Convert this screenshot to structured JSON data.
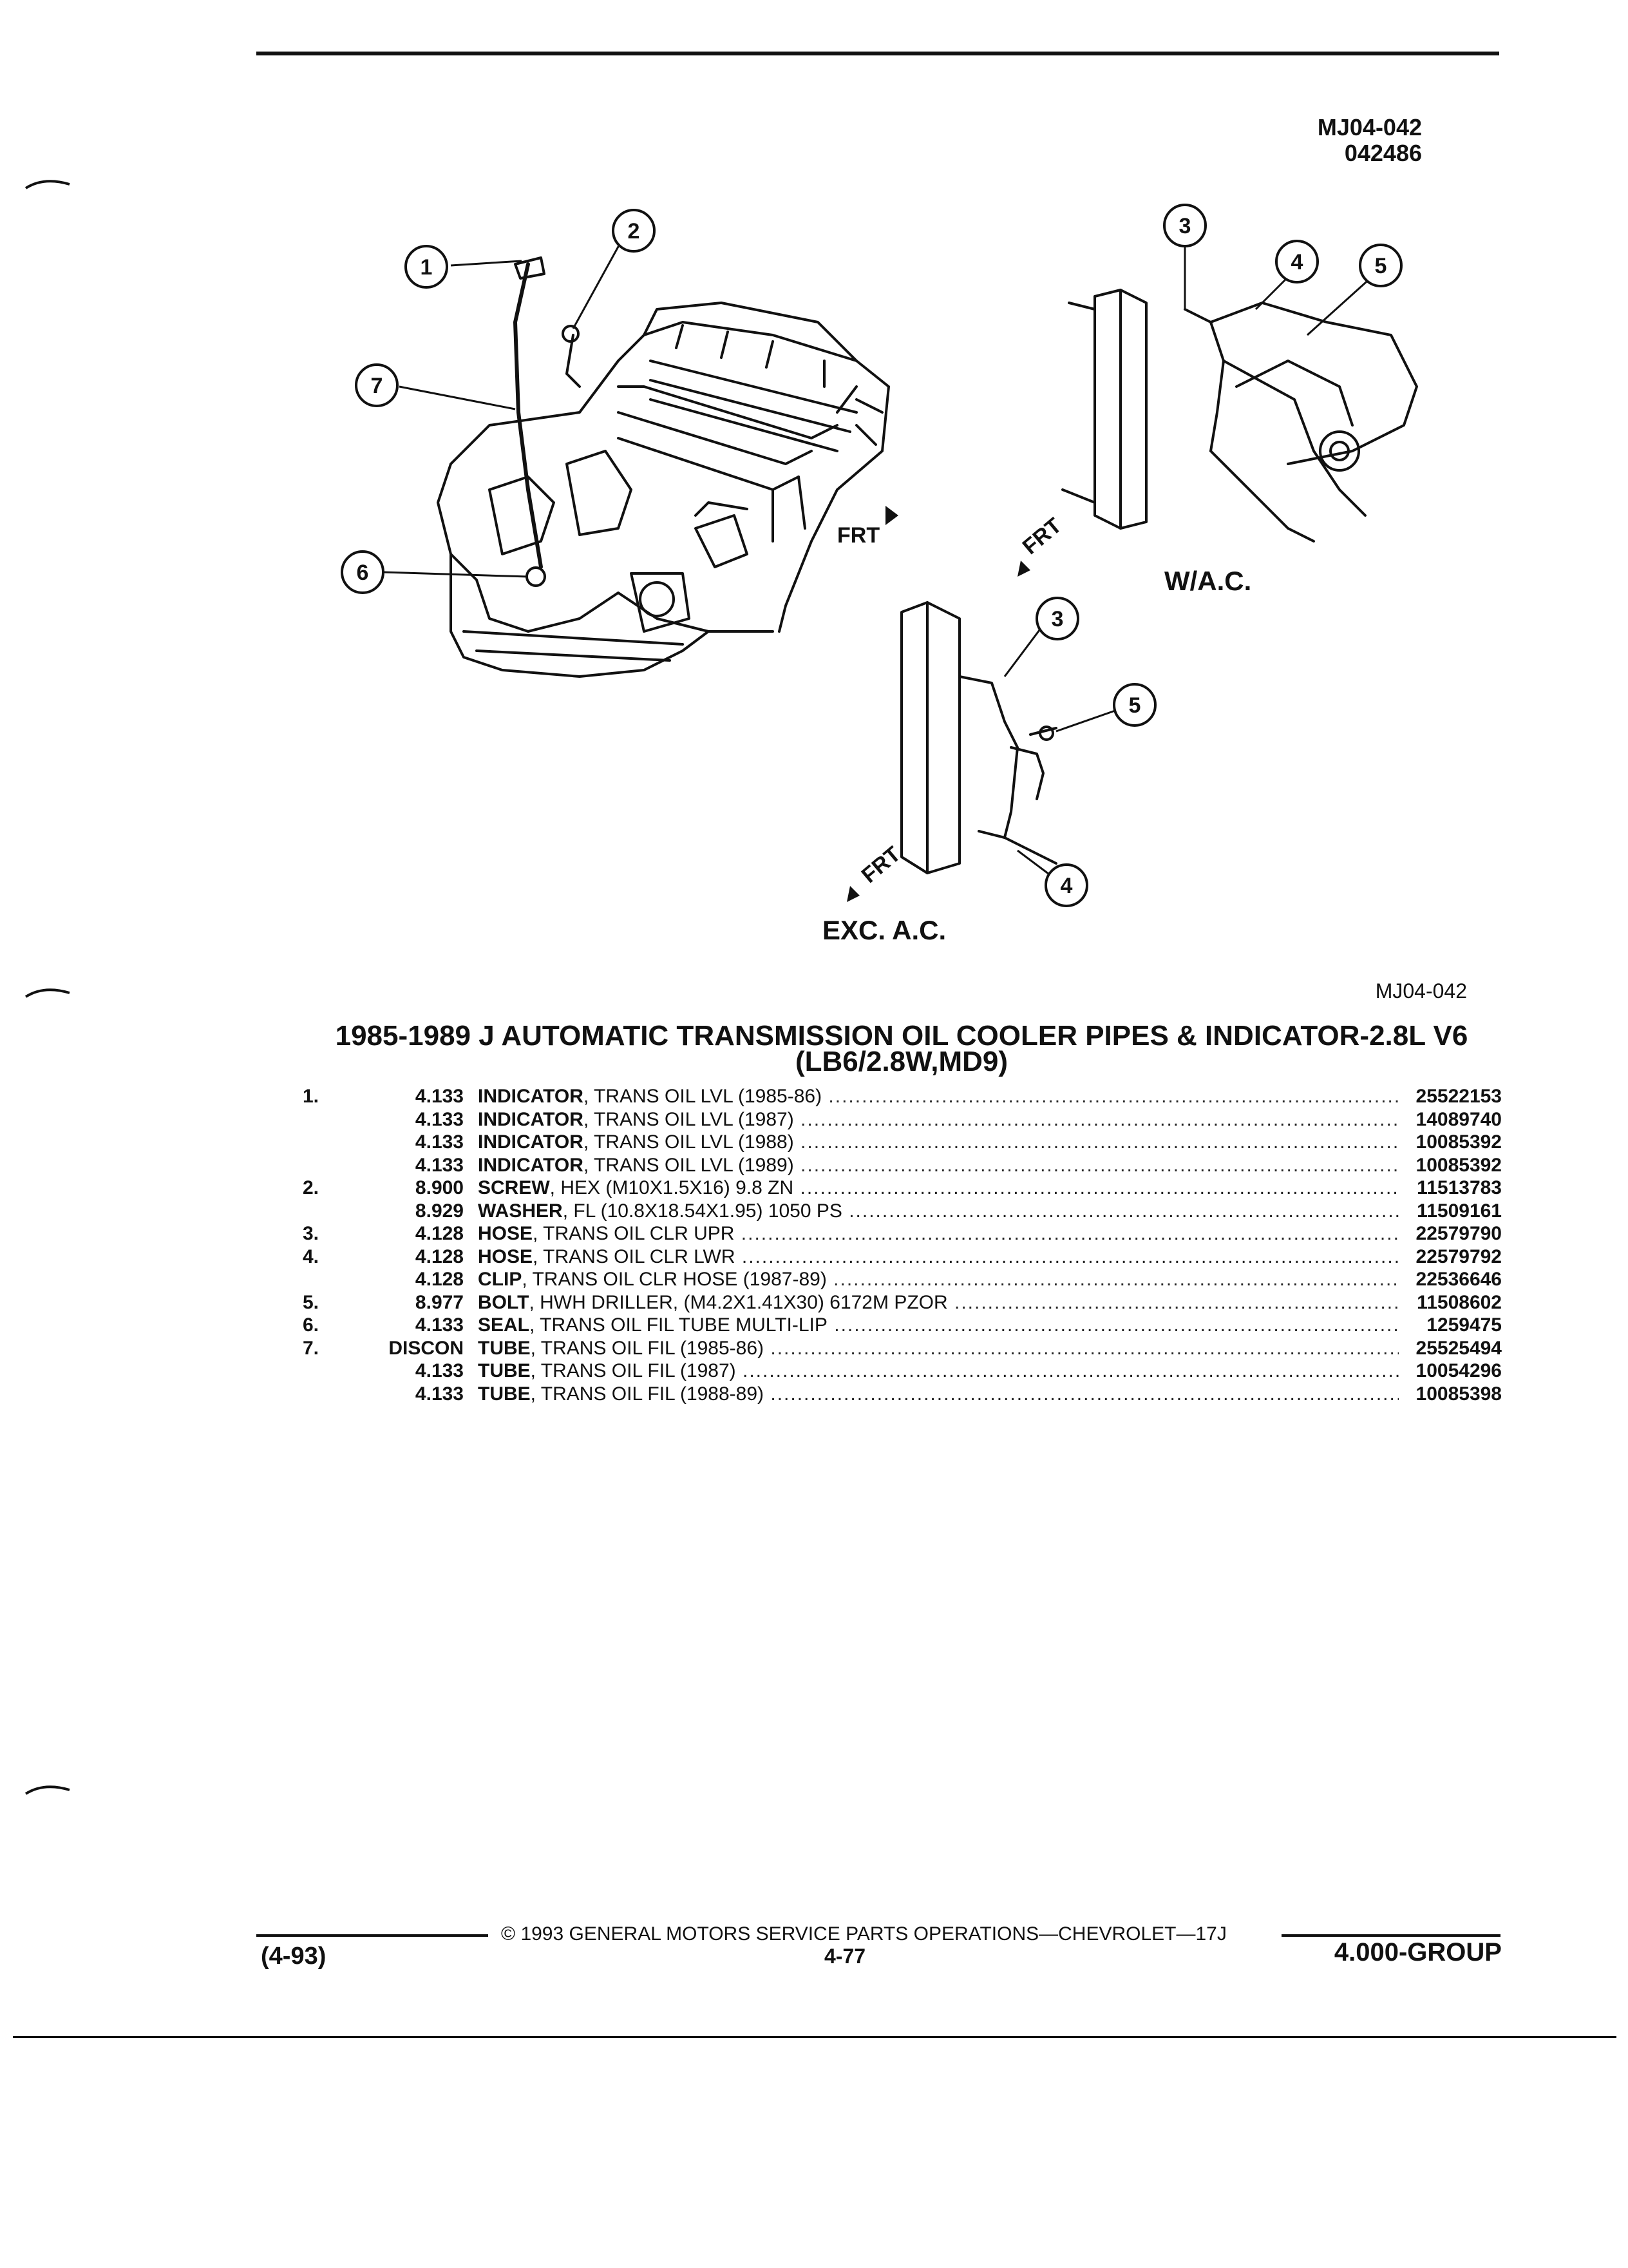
{
  "header": {
    "stamp_line1": "MJ04-042",
    "stamp_line2": "042486"
  },
  "illustration": {
    "callouts": [
      "1",
      "2",
      "3",
      "4",
      "5",
      "6",
      "7"
    ],
    "frt_label": "FRT",
    "captions": {
      "with_ac": "W/A.C.",
      "without_ac": "EXC. A.C."
    },
    "figure_ref": "MJ04-042"
  },
  "section": {
    "title_line1": "1985-1989 J AUTOMATIC TRANSMISSION OIL COOLER PIPES & INDICATOR-2.8L V6",
    "title_line2": "(LB6/2.8W,MD9)"
  },
  "parts": [
    {
      "key": "1.",
      "group": "4.133",
      "name": "INDICATOR",
      "detail": ", TRANS OIL LVL (1985-86)",
      "part_no": "25522153"
    },
    {
      "key": "",
      "group": "4.133",
      "name": "INDICATOR",
      "detail": ", TRANS OIL LVL (1987)",
      "part_no": "14089740"
    },
    {
      "key": "",
      "group": "4.133",
      "name": "INDICATOR",
      "detail": ", TRANS OIL LVL (1988)",
      "part_no": "10085392"
    },
    {
      "key": "",
      "group": "4.133",
      "name": "INDICATOR",
      "detail": ", TRANS OIL LVL (1989)",
      "part_no": "10085392"
    },
    {
      "key": "2.",
      "group": "8.900",
      "name": "SCREW",
      "detail": ", HEX (M10X1.5X16) 9.8 ZN",
      "part_no": "11513783"
    },
    {
      "key": "",
      "group": "8.929",
      "name": "WASHER",
      "detail": ", FL (10.8X18.54X1.95) 1050 PS",
      "part_no": "11509161"
    },
    {
      "key": "3.",
      "group": "4.128",
      "name": "HOSE",
      "detail": ", TRANS OIL CLR UPR",
      "part_no": "22579790"
    },
    {
      "key": "4.",
      "group": "4.128",
      "name": "HOSE",
      "detail": ", TRANS OIL CLR LWR",
      "part_no": "22579792"
    },
    {
      "key": "",
      "group": "4.128",
      "name": "CLIP",
      "detail": ", TRANS OIL CLR HOSE (1987-89)",
      "part_no": "22536646"
    },
    {
      "key": "5.",
      "group": "8.977",
      "name": "BOLT",
      "detail": ", HWH DRILLER, (M4.2X1.41X30) 6172M PZOR",
      "part_no": "11508602"
    },
    {
      "key": "6.",
      "group": "4.133",
      "name": "SEAL",
      "detail": ", TRANS OIL FIL TUBE MULTI-LIP",
      "part_no": "1259475"
    },
    {
      "key": "7.",
      "group": "DISCON",
      "name": "TUBE",
      "detail": ", TRANS OIL FIL (1985-86)",
      "part_no": "25525494"
    },
    {
      "key": "",
      "group": "4.133",
      "name": "TUBE",
      "detail": ", TRANS OIL FIL (1987)",
      "part_no": "10054296"
    },
    {
      "key": "",
      "group": "4.133",
      "name": "TUBE",
      "detail": ", TRANS OIL FIL (1988-89)",
      "part_no": "10085398"
    }
  ],
  "footer": {
    "copyright": "© 1993 GENERAL MOTORS SERVICE PARTS OPERATIONS—CHEVROLET—17J",
    "date_code": "(4-93)",
    "page": "4-77",
    "group": "4.000-GROUP"
  }
}
